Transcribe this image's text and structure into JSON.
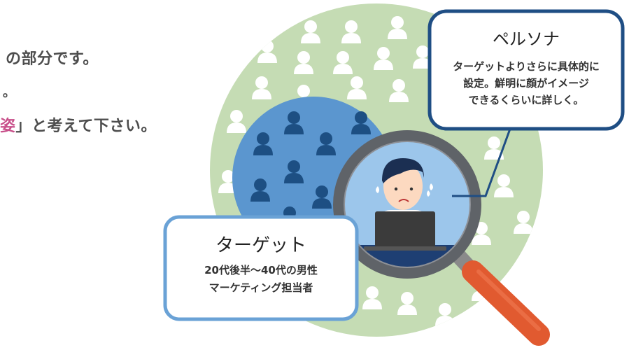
{
  "intro": {
    "line1": "の部分です。",
    "line2": "。",
    "line3_highlight": "姿",
    "line3_rest": "」と考えて下さい。"
  },
  "persona": {
    "title": "ペルソナ",
    "desc": [
      "ターゲットよりさらに具体的に",
      "設定。鮮明に顔がイメージ",
      "できるくらいに詳しく。"
    ]
  },
  "target": {
    "title": "ターゲット",
    "desc": [
      "20代後半〜40代の男性",
      "マーケティング担当者"
    ]
  },
  "colors": {
    "outer_circle": "#c5dcb4",
    "inner_circle": "#5b96cf",
    "dark_person": "#1d4f83",
    "callout_border_dark": "#1f4e84",
    "callout_border_light": "#6aa2d6",
    "highlight": "#c8508a",
    "handle": "#e15a30"
  },
  "icons": [
    "person-icon",
    "magnifier-icon",
    "worried-man-icon",
    "laptop-icon"
  ]
}
